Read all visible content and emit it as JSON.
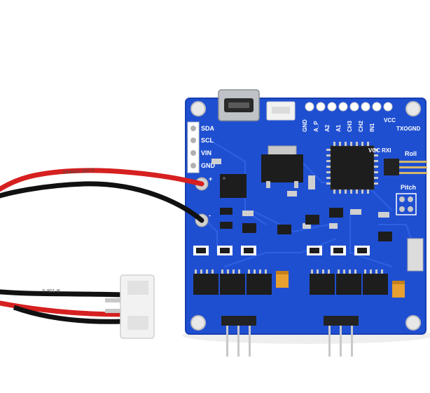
{
  "image": {
    "subject": "Blue brushless gimbal controller PCB with red/black power lead and JST connector on white background"
  },
  "colors": {
    "pcb": "#1f4fd1",
    "pcb_dark": "#163fb0",
    "pcb_light": "#2f63e6",
    "pad": "#c9c9c9",
    "chip": "#1d1d1d",
    "red_wire": "#d62020",
    "black_wire": "#111111",
    "cap_orange": "#e8a030",
    "connector_white": "#f2f2f2"
  },
  "silkscreen": {
    "left_header": [
      "SDA",
      "SCL",
      "VIN",
      "GND"
    ],
    "top_header": [
      "GND",
      "A_P",
      "A2",
      "A1",
      "CH3",
      "CH2",
      "IN1",
      "VCC"
    ],
    "right_labels": {
      "txo_gnd": "TXOGND",
      "vcc_rxi": "VCC RXI",
      "roll": "Roll",
      "pitch": "Pitch"
    },
    "power": {
      "plus": "+",
      "minus": "-"
    }
  },
  "wire_print": {
    "cable_text_1": "24AWG 200°C",
    "cable_text_2": "S-801-B"
  }
}
